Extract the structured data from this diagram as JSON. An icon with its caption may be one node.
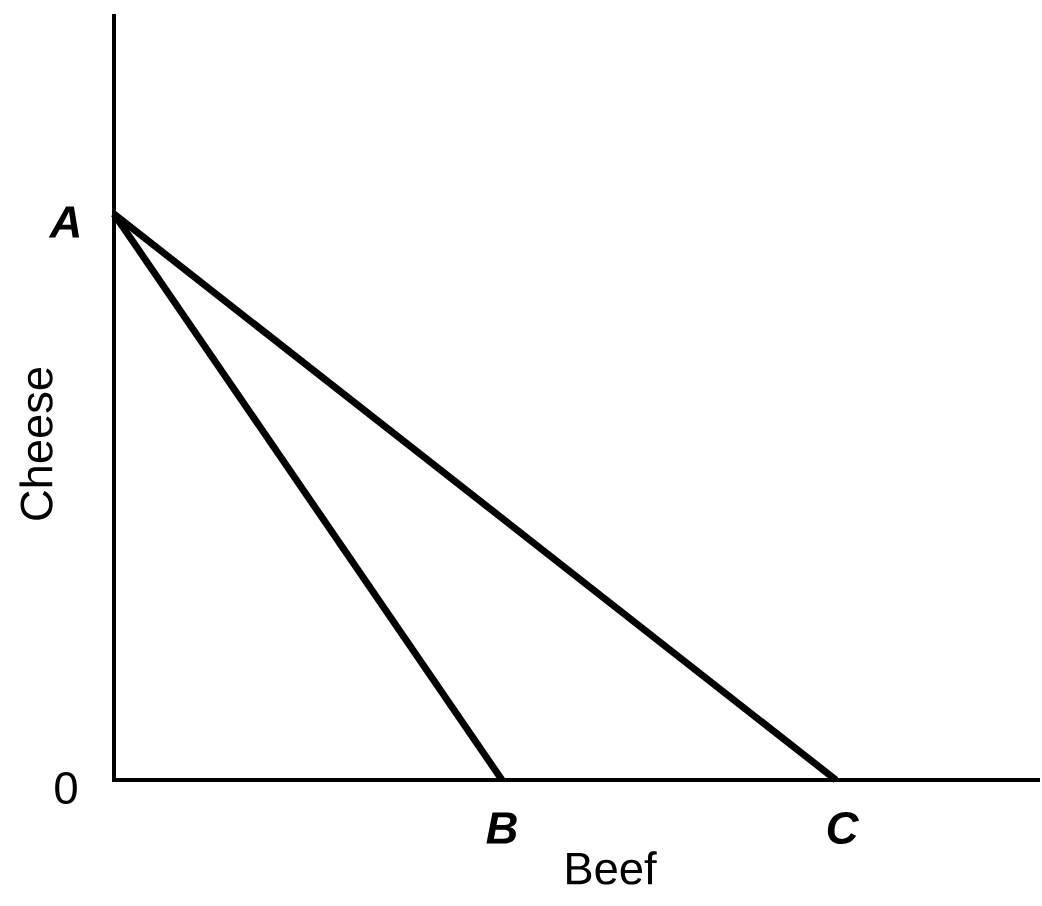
{
  "diagram": {
    "labels": [
      "A",
      "0",
      "B",
      "C",
      "Beef",
      "Cheese"
    ]
  }
}
